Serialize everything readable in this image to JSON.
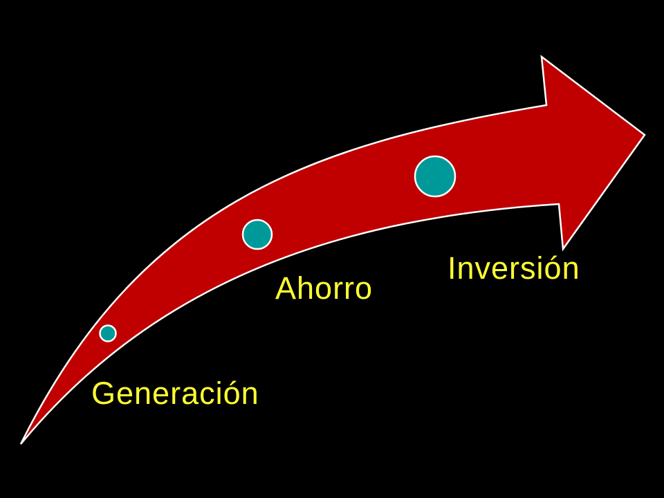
{
  "colors": {
    "background": "#000000",
    "arrow": "#C00000",
    "arrow_outline": "#FFFFFF",
    "node_fill": "#009999",
    "node_outline": "#FFFFFF",
    "label": "#FFFF33"
  },
  "stages": [
    {
      "label": "Generación"
    },
    {
      "label": "Ahorro"
    },
    {
      "label": "Inversión"
    }
  ]
}
